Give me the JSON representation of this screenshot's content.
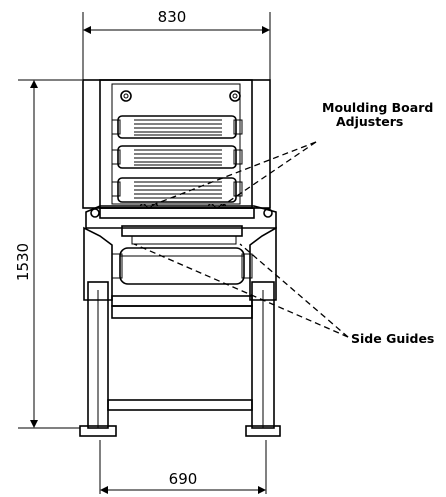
{
  "dimensions": {
    "width_top": "830",
    "height_left": "1530",
    "width_bottom": "690"
  },
  "labels": {
    "moulding_line1": "Moulding Board",
    "moulding_line2": "Adjusters",
    "side_guides": "Side Guides"
  }
}
